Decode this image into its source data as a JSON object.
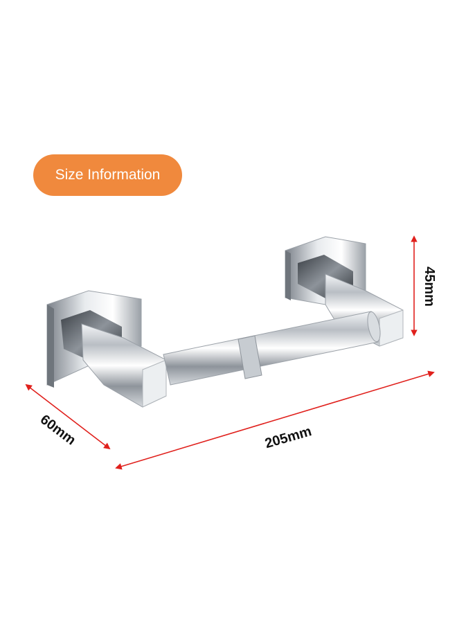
{
  "badge": {
    "text": "Size Information"
  },
  "dimensions": {
    "width": "205mm",
    "depth": "60mm",
    "height": "45mm"
  },
  "colors": {
    "badge_bg": "#f0893d",
    "arrow": "#e0201c",
    "label": "#111111"
  }
}
